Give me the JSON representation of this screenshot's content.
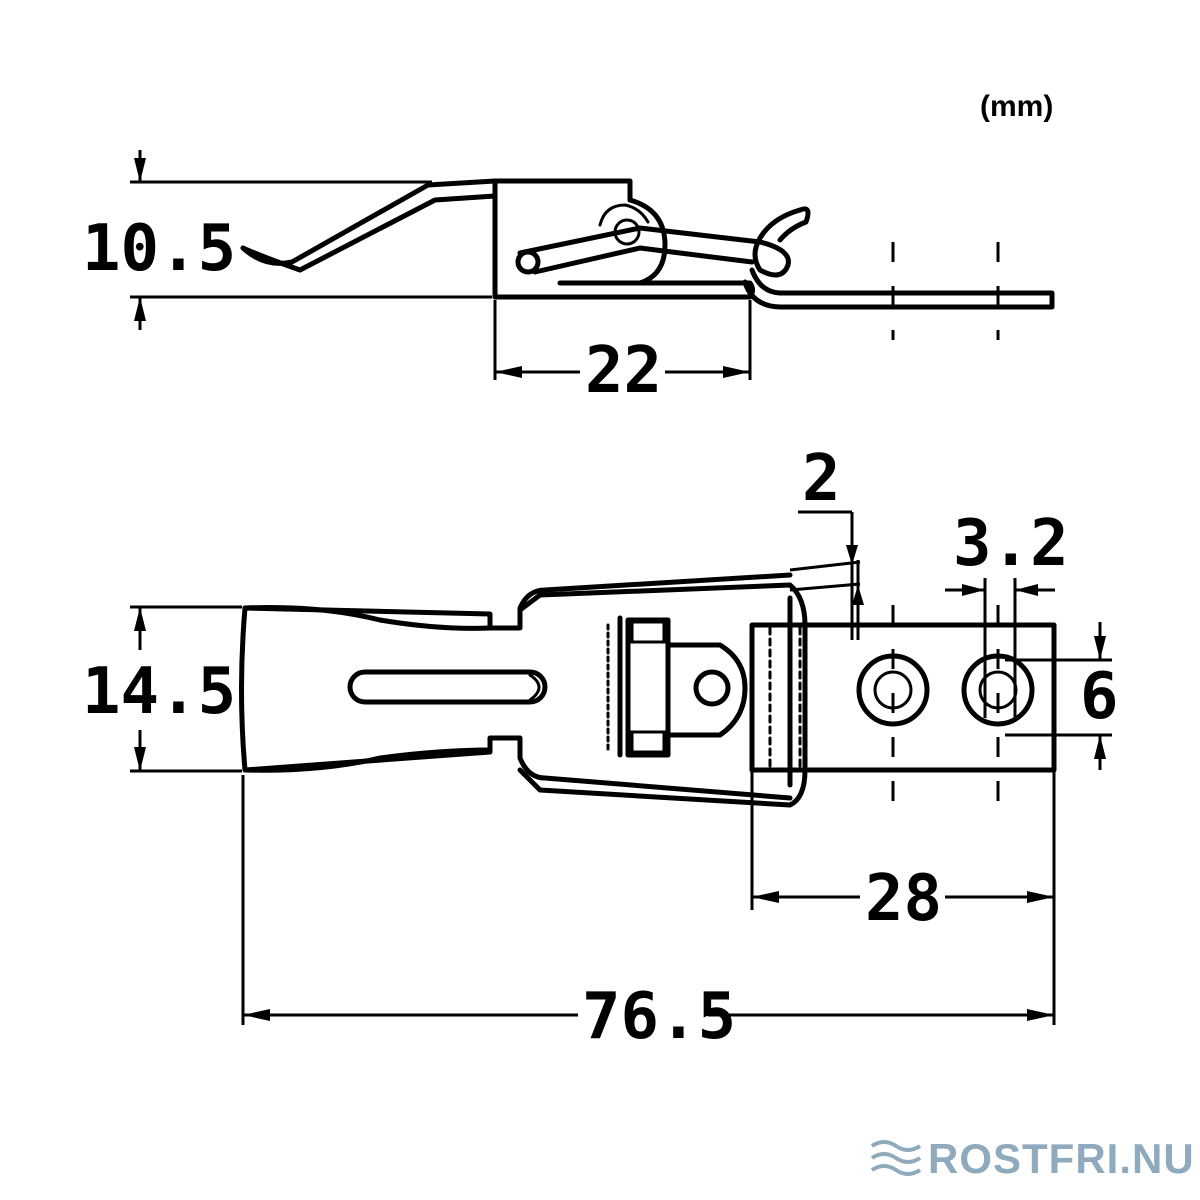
{
  "units_label": "(mm)",
  "dimensions": {
    "side_height": "10.5",
    "side_width": "22",
    "bottom_height": "14.5",
    "slot_width": "2",
    "hole_diameter": "3.2",
    "plate_height": "6",
    "plate_width": "28",
    "overall_length": "76.5"
  },
  "brand": {
    "name": "ROSTFRI.NU",
    "color": "#8fa9bd"
  }
}
